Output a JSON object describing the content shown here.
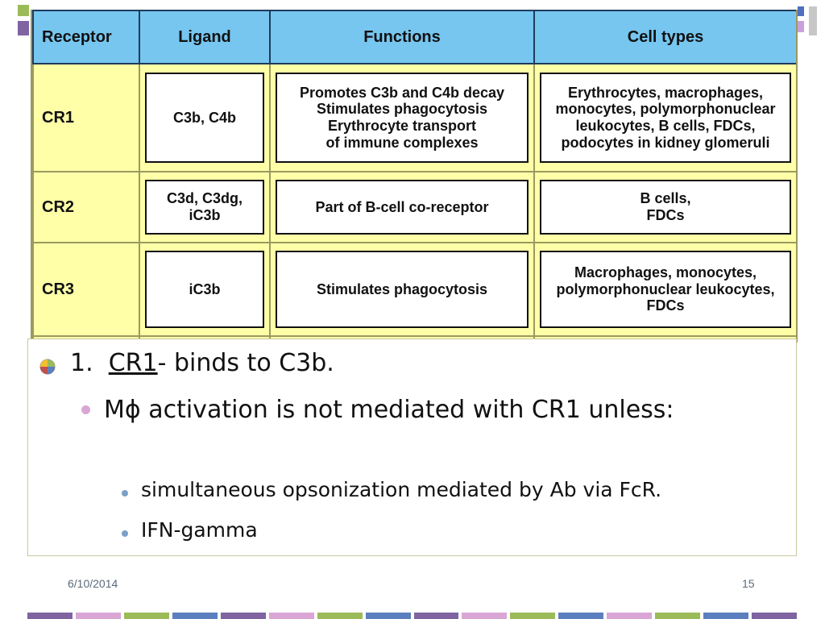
{
  "table": {
    "headers": [
      "Receptor",
      "Ligand",
      "Functions",
      "Cell types"
    ],
    "rows": [
      {
        "receptor": "CR1",
        "ligand": "C3b, C4b",
        "functions": "Promotes C3b and C4b decay\nStimulates  phagocytosis\nErythrocyte transport\nof  immune complexes",
        "cell_types": "Erythrocytes, macrophages,\nmonocytes, polymorphonuclear\nleukocytes, B cells, FDCs,\npodocytes in kidney glomeruli"
      },
      {
        "receptor": "CR2",
        "ligand": "C3d, C3dg,\niC3b",
        "functions": "Part  of  B-cell co-receptor",
        "cell_types": "B  cells,\nFDCs"
      },
      {
        "receptor": "CR3",
        "ligand": "iC3b",
        "functions": "Stimulates  phagocytosis",
        "cell_types": "Macrophages, monocytes,\npolymorphonuclear leukocytes,\nFDCs"
      }
    ]
  },
  "bullets": {
    "level1_number": "1.",
    "level1_underlined": "CR1",
    "level1_rest": "- binds to C3b.",
    "level2_text": "Mϕ activation is not mediated with CR1 unless:",
    "level3": [
      "simultaneous opsonization mediated by Ab via FcR.",
      "IFN-gamma"
    ]
  },
  "footer": {
    "date": "6/10/2014",
    "page": "15"
  },
  "colors": {
    "header_blue": "#76c6f0",
    "cell_yellow": "#ffffa8",
    "stripe": [
      "#8064a2",
      "#d9a6d6",
      "#9bbb59",
      "#5b7fbf",
      "#8064a2",
      "#d9a6d6",
      "#9bbb59",
      "#5b7fbf",
      "#8064a2",
      "#d9a6d6",
      "#9bbb59",
      "#5b7fbf",
      "#d9a6d6",
      "#9bbb59",
      "#5b7fbf",
      "#8064a2"
    ]
  }
}
